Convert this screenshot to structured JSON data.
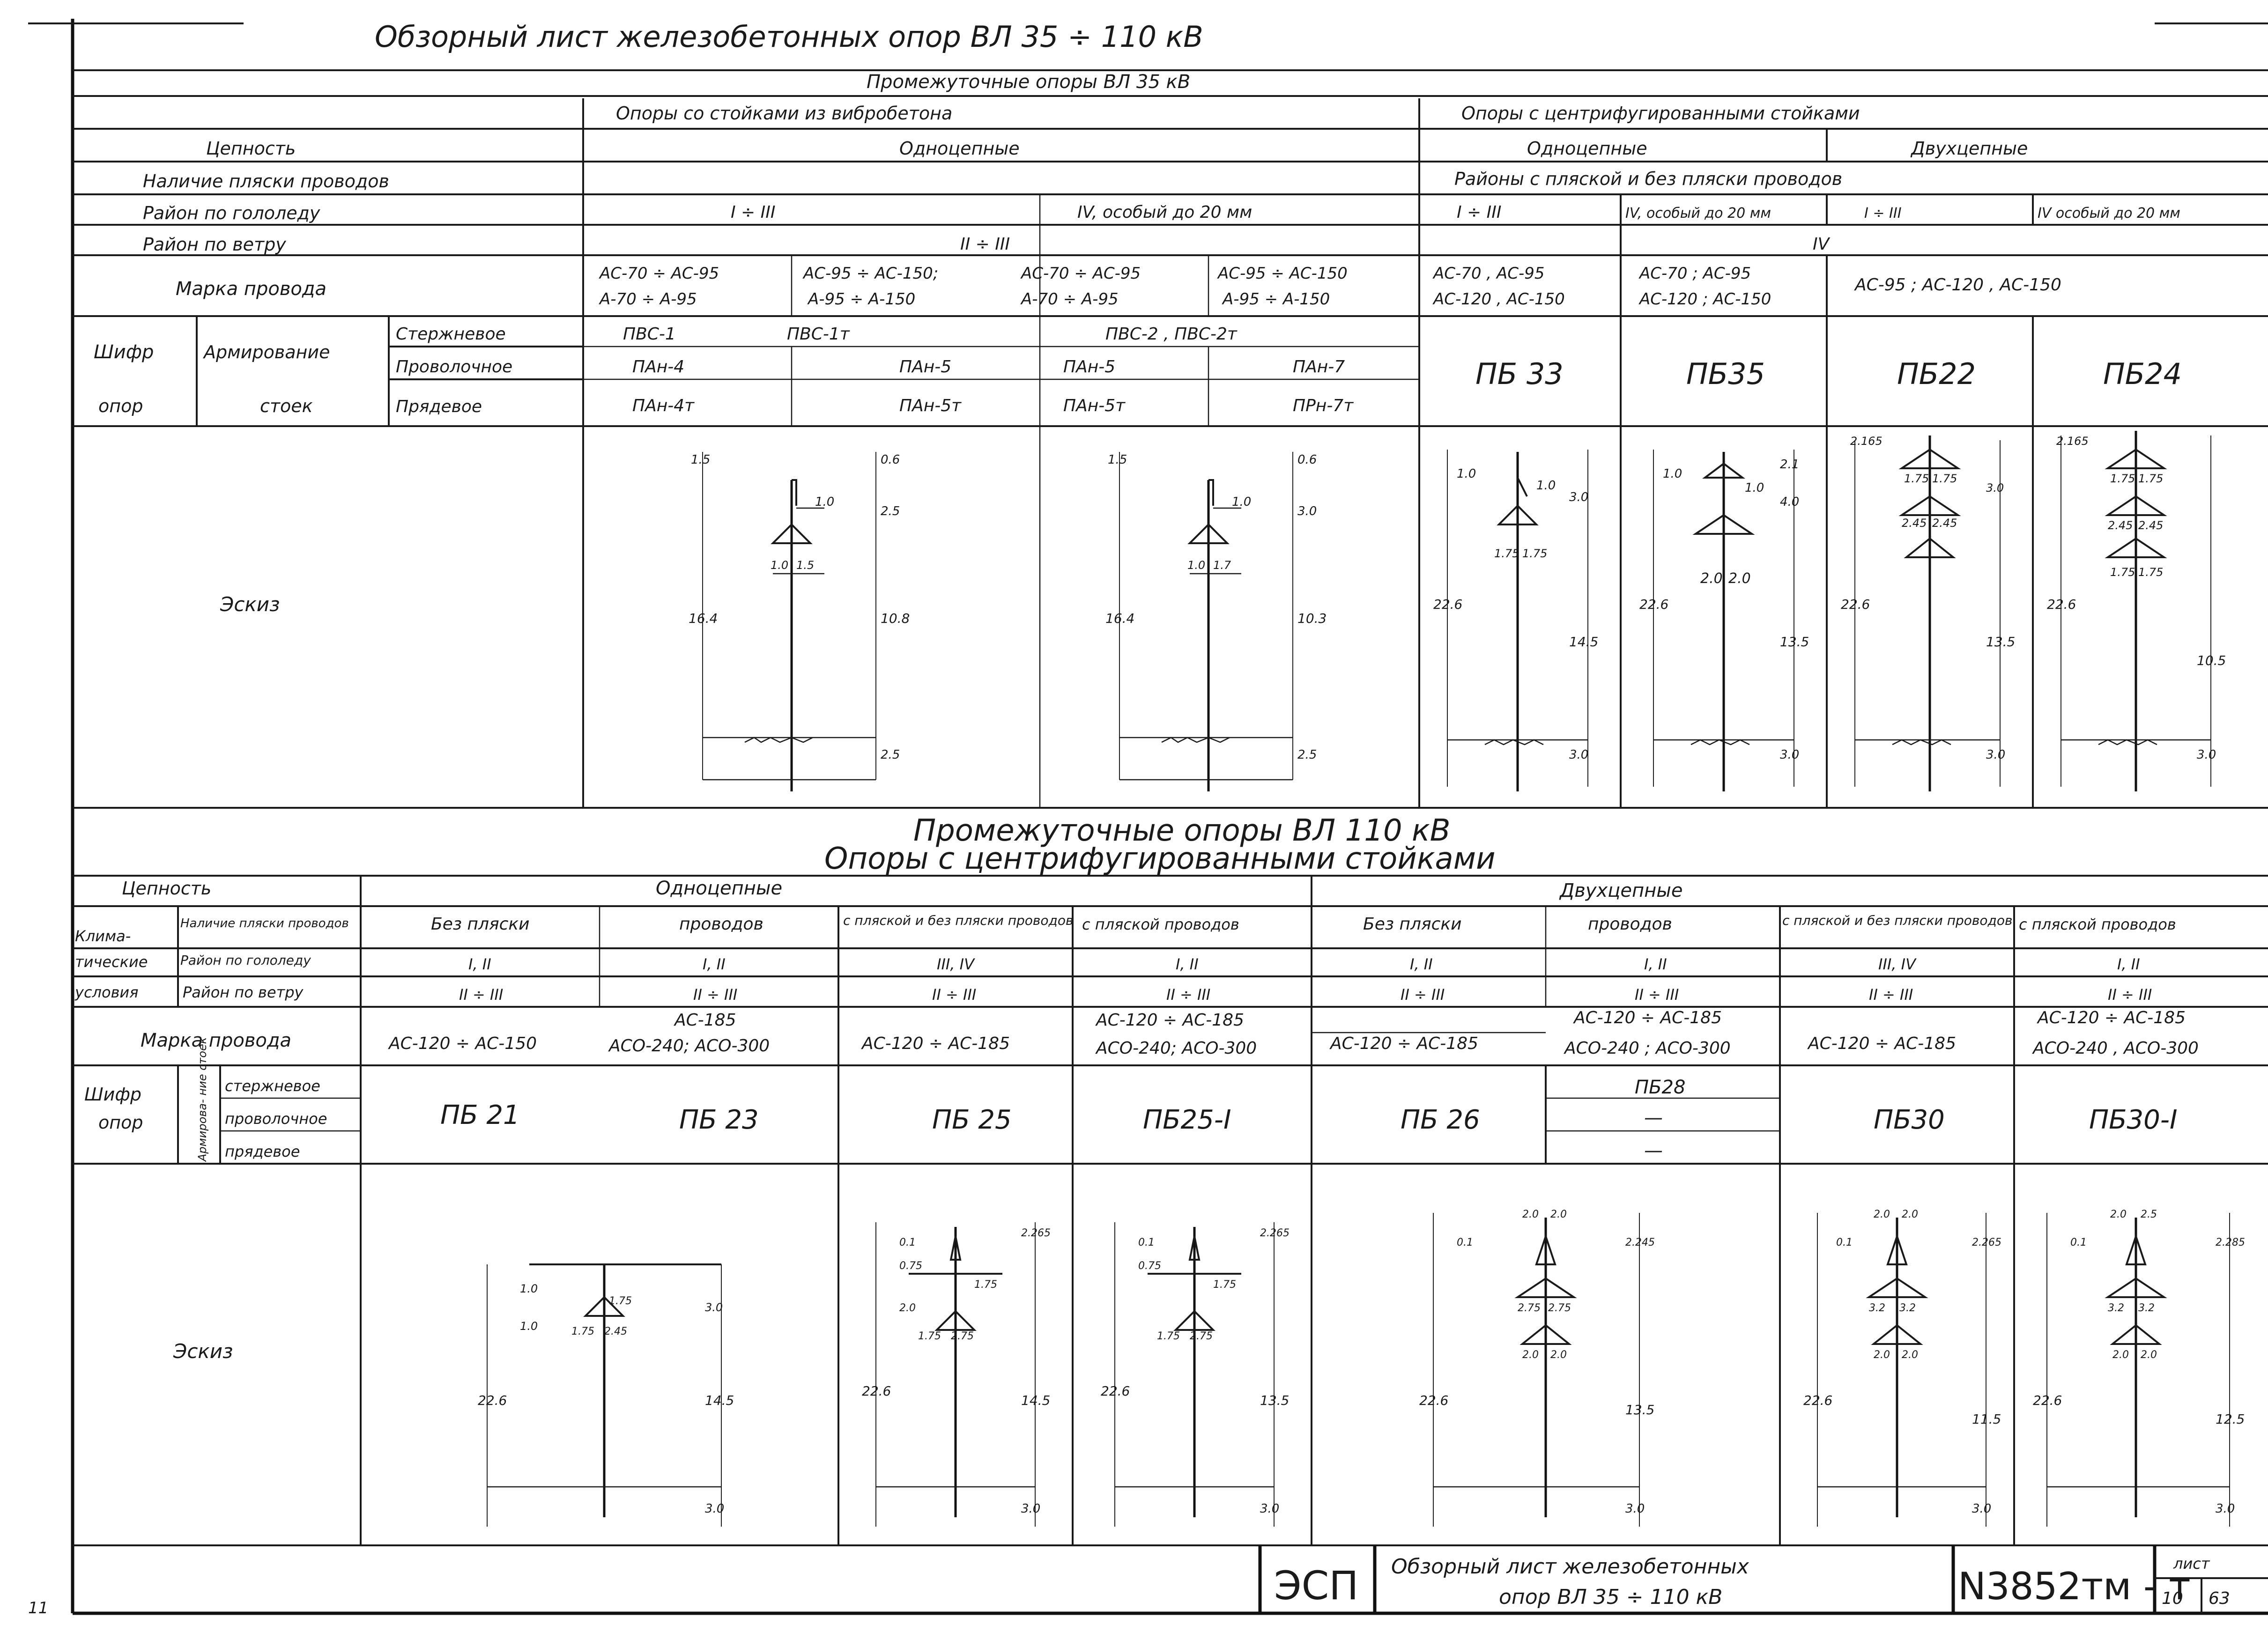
{
  "title": "Обзорный лист железобетонных опор ВЛ 35 ÷ 110 кВ",
  "part1": {
    "subtitle": "Промежуточные опоры ВЛ 35 кВ",
    "group_left": "Опоры со стойками из вибробетона",
    "group_right": "Опоры с центрифугированными стойками",
    "row_labels": {
      "circuit": "Цепность",
      "galloping": "Наличие пляски проводов",
      "ice": "Район по гололеду",
      "wind": "Район по ветру",
      "wire": "Марка провода",
      "code1": "Шифр",
      "code2": "опор",
      "reinf1": "Армирование",
      "reinf2": "стоек",
      "rebar": "Стержневое",
      "wire_r": "Проволочное",
      "strand": "Прядевое",
      "sketch": "Эскиз"
    },
    "circuit_single_left": "Одноцепные",
    "circuit_single_right": "Одноцепные",
    "circuit_double": "Двухцепные",
    "galloping_right": "Районы с пляской и без пляски проводов",
    "ice": [
      "I ÷ III",
      "IV, особый до 20 мм",
      "I ÷ III",
      "IV, особый до 20 мм",
      "I ÷ III",
      "IV особый до 20 мм"
    ],
    "wind_left": "II ÷ III",
    "wind_right": "IV",
    "wire": [
      [
        "АС-70 ÷ АС-95",
        "А-70 ÷ А-95"
      ],
      [
        "АС-95 ÷ АС-150;",
        "А-95 ÷ А-150"
      ],
      [
        "АС-70 ÷ АС-95",
        "А-70 ÷ А-95"
      ],
      [
        "АС-95 ÷ АС-150",
        "А-95 ÷ А-150"
      ],
      [
        "АС-70 , АС-95",
        "АС-120 , АС-150"
      ],
      [
        "АС-70 ; АС-95",
        "АС-120 ; АС-150"
      ],
      [
        "АС-95 ; АС-120 , АС-150"
      ]
    ],
    "codes_rebar": [
      "ПВС-1",
      "ПВС-1т",
      "ПВС-2 , ПВС-2т"
    ],
    "codes_wire": [
      "ПАн-4",
      "ПАн-5",
      "ПАн-5",
      "ПАн-7"
    ],
    "codes_strand": [
      "ПАн-4т",
      "ПАн-5т",
      "ПАн-5т",
      "ПРн-7т"
    ],
    "codes_right": [
      "ПБ 33",
      "ПБ35",
      "ПБ22",
      "ПБ24"
    ],
    "sketch_dims": [
      [
        "1.5",
        "0.6",
        "1.0",
        "2.5",
        "1.0",
        "1.5",
        "16.4",
        "10.8",
        "2.5"
      ],
      [
        "1.5",
        "0.6",
        "1.0",
        "3.0",
        "1.0",
        "1.7",
        "16.4",
        "10.3",
        "2.5"
      ],
      [
        "1.0",
        "1.0",
        "3.0",
        "1.75",
        "1.75",
        "22.6",
        "14.5",
        "3.0"
      ],
      [
        "1.0",
        "2.1",
        "1.0",
        "4.0",
        "2.0",
        "2.0",
        "22.6",
        "13.5",
        "3.0"
      ],
      [
        "2.165",
        "1.75",
        "1.75",
        "2.45",
        "2.45",
        "3.0",
        "22.6",
        "13.5",
        "3.0"
      ],
      [
        "2.165",
        "1.75",
        "1.75",
        "2.45",
        "2.45",
        "1.75",
        "1.75",
        "22.6",
        "10.5",
        "3.0"
      ]
    ]
  },
  "part2": {
    "title1": "Промежуточные опоры ВЛ 110 кВ",
    "title2": "Опоры с центрифугированными стойками",
    "row_labels": {
      "circuit": "Цепность",
      "climate1": "Клима-",
      "climate2": "тические",
      "climate3": "условия",
      "galloping": "Наличие пляски проводов",
      "ice": "Район по гололеду",
      "wind": "Район по ветру",
      "wire": "Марка провода",
      "code1": "Шифр",
      "code2": "опор",
      "reinf": "Армирова- ние стоек",
      "rebar": "стержневое",
      "wire_r": "проволочное",
      "strand": "прядевое",
      "sketch": "Эскиз"
    },
    "single": "Одноцепные",
    "double": "Двухцепные",
    "galloping": [
      "Без пляски",
      "проводов",
      "с пляской и без пляски проводов",
      "с пляской проводов",
      "Без пляски",
      "проводов",
      "с пляской и без пляски проводов",
      "с пляской проводов"
    ],
    "ice": [
      "I, II",
      "I, II",
      "III, IV",
      "I, II",
      "I, II",
      "I, II",
      "III, IV",
      "I, II"
    ],
    "wind": [
      "II ÷ III",
      "II ÷ III",
      "II ÷ III",
      "II ÷ III",
      "II ÷ III",
      "II ÷ III",
      "II ÷ III",
      "II ÷ III"
    ],
    "wire": [
      [
        "АС-120 ÷ АС-150"
      ],
      [
        "АС-185",
        "АСО-240; АСО-300"
      ],
      [
        "АС-120 ÷ АС-185"
      ],
      [
        "АС-120 ÷ АС-185",
        "АСО-240; АСО-300"
      ],
      [
        "АС-120 ÷ АС-185"
      ],
      [
        "АС-120 ÷ АС-185",
        "АСО-240 ; АСО-300"
      ],
      [
        "АС-120 ÷ АС-185"
      ],
      [
        "АС-120 ÷ АС-185",
        "АСО-240 , АСО-300"
      ]
    ],
    "codes": [
      "ПБ 21",
      "ПБ 23",
      "ПБ 25",
      "ПБ25-I",
      "ПБ 26",
      "ПБ28",
      "ПБ30",
      "ПБ30-I"
    ],
    "code_dash": "—",
    "sketch_dims": [
      [
        "1.0",
        "1.0",
        "1.75",
        "1.75",
        "2.45",
        "3.0",
        "22.6",
        "14.5",
        "3.0"
      ],
      [
        "0.1",
        "0.75",
        "1.75",
        "2.0",
        "2.265",
        "1.75",
        "2.75",
        "22.6",
        "14.5",
        "3.0"
      ],
      [
        "0.1",
        "0.75",
        "1.75",
        "1.75",
        "2.75",
        "2.265",
        "22.6",
        "13.5",
        "3.0"
      ],
      [
        "2.0",
        "2.0",
        "0.1",
        "2.75",
        "2.75",
        "2.0",
        "2.0",
        "2.245",
        "22.6",
        "13.5",
        "3.0"
      ],
      [
        "2.0",
        "2.0",
        "0.1",
        "3.2",
        "3.2",
        "2.0",
        "2.0",
        "2.265",
        "22.6",
        "11.5",
        "3.0"
      ],
      [
        "2.0",
        "2.5",
        "0.1",
        "3.2",
        "3.2",
        "2.0",
        "2.0",
        "2.285",
        "22.6",
        "12.5",
        "3.0"
      ]
    ]
  },
  "stamp": {
    "org": "ЭСП",
    "name1": "Обзорный лист железобетонных",
    "name2": "опор ВЛ 35 ÷ 110 кВ",
    "doc": "N3852тм - т",
    "sheet_label": "лист",
    "sheet": "10",
    "sheets": "63"
  },
  "corner_mark": "11"
}
